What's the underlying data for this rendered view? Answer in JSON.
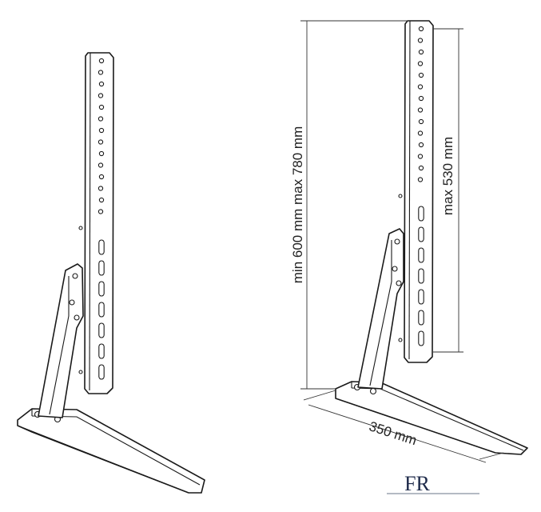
{
  "dimensions": {
    "height_range": "min 600 mm max 780 mm",
    "vesa_height": "max 530 mm",
    "base_depth": "350 mm"
  },
  "logo": {
    "text": "FR",
    "color": "#1e2a4a"
  },
  "colors": {
    "line": "#1a1a1a",
    "background": "#ffffff"
  }
}
